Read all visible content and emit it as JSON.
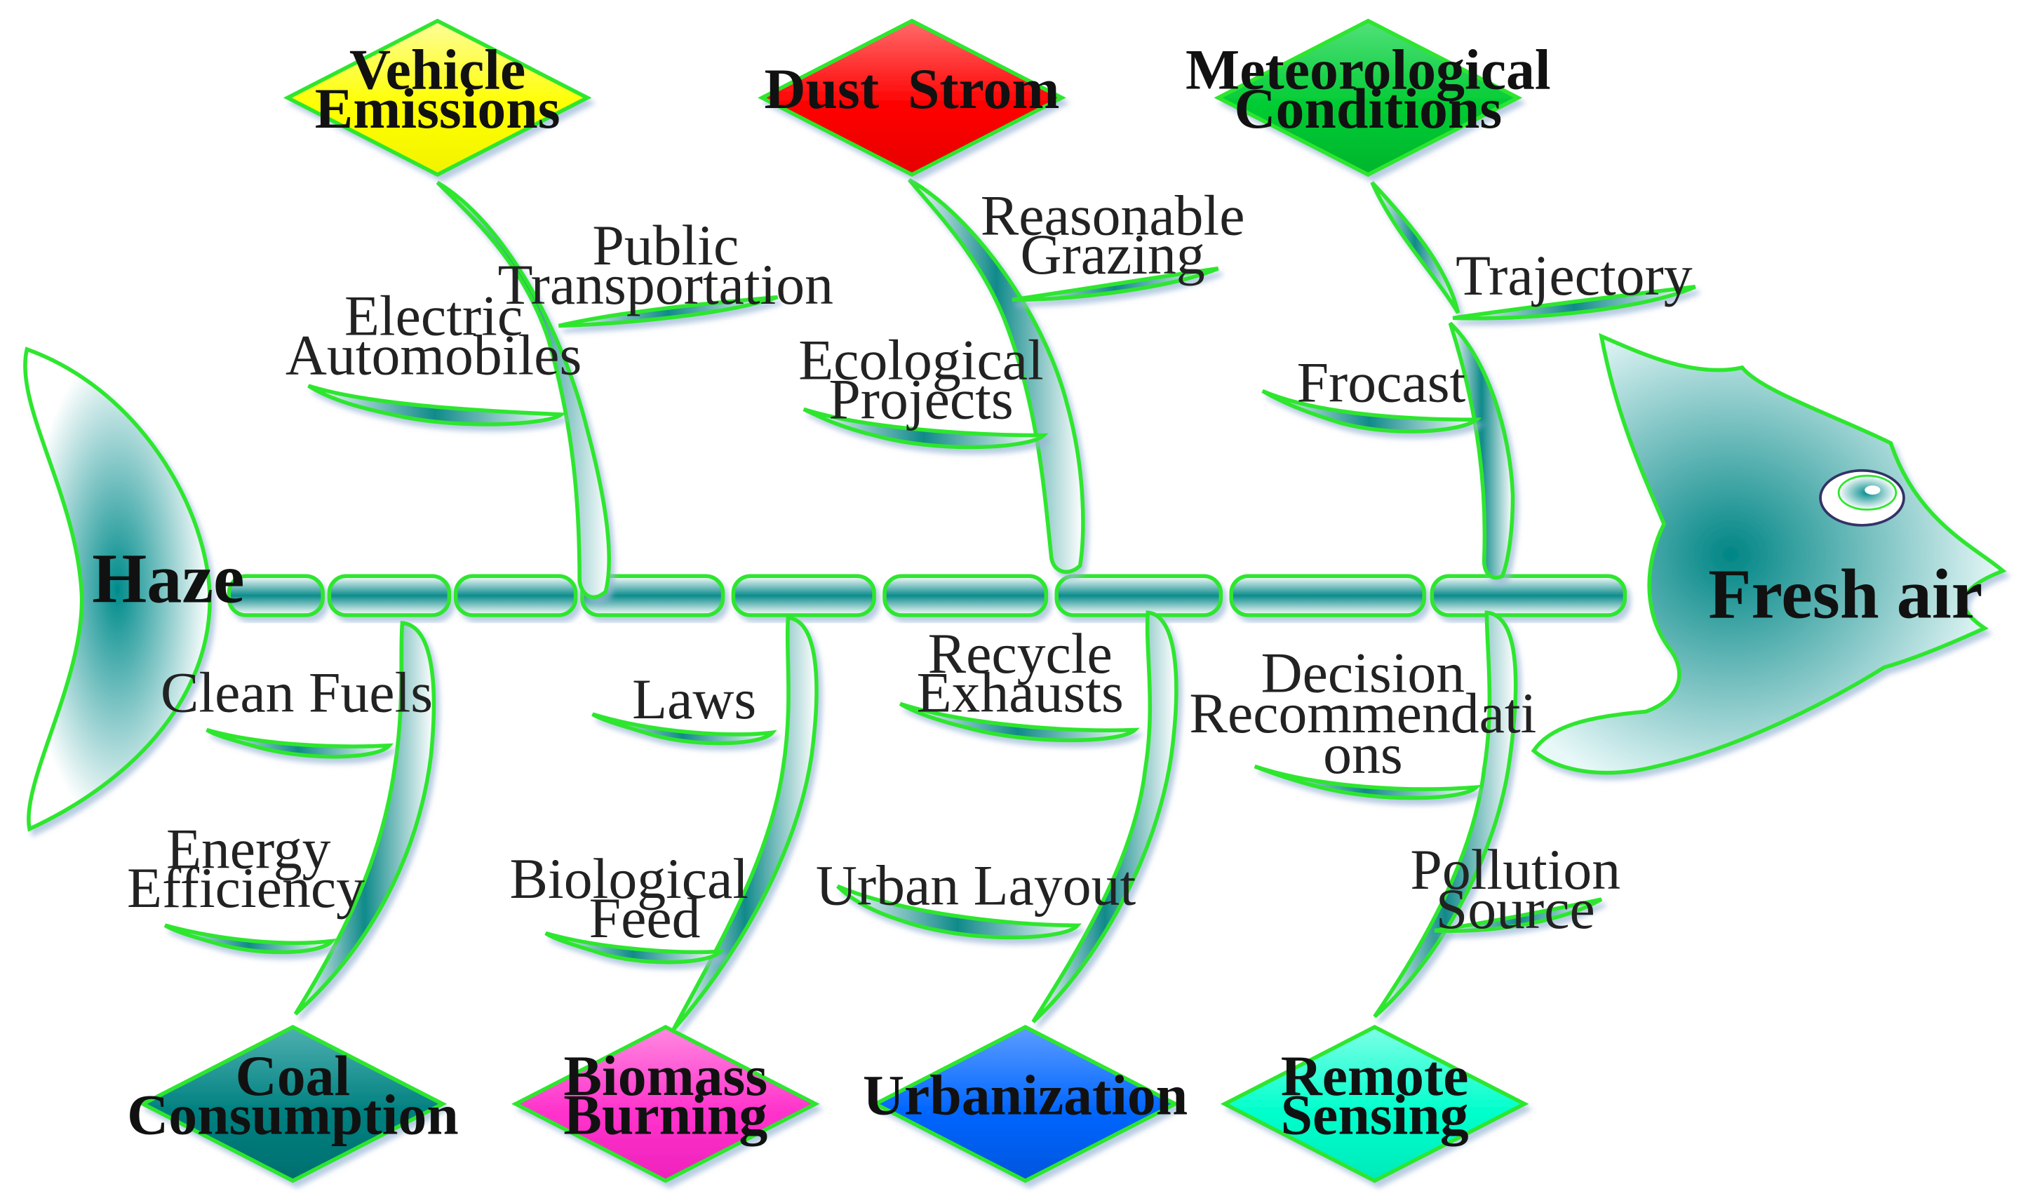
{
  "head": {
    "label": "Fresh air"
  },
  "tail": {
    "label": "Haze"
  },
  "colors": {
    "outline": "#2ee62e",
    "bone": "#008b8b",
    "vehicle_emissions": "#ffff00",
    "dust_strom": "#ff0000",
    "meteorological_conditions": "#00cc33",
    "coal_consumption": "#008080",
    "biomass_burning": "#ff33cc",
    "urbanization": "#0066ff",
    "remote_sensing": "#00ffcc"
  },
  "categories": {
    "vehicle_emissions": {
      "line1": "Vehicle",
      "line2": "Emissions",
      "causes": {
        "public_transportation": {
          "line1": "Public",
          "line2": "Transportation"
        },
        "electric_automobiles": {
          "line1": "Electric",
          "line2": "Automobiles"
        }
      }
    },
    "dust_strom": {
      "line1": "Dust  Strom",
      "causes": {
        "reasonable_grazing": {
          "line1": "Reasonable",
          "line2": "Grazing"
        },
        "ecological_projects": {
          "line1": "Ecological",
          "line2": "Projects"
        }
      }
    },
    "meteorological_conditions": {
      "line1": "Meteorological",
      "line2": "Conditions",
      "causes": {
        "trajectory": {
          "line1": "Trajectory"
        },
        "frocast": {
          "line1": "Frocast"
        }
      }
    },
    "coal_consumption": {
      "line1": "Coal",
      "line2": "Consumption",
      "causes": {
        "clean_fuels": {
          "line1": "Clean Fuels"
        },
        "energy_efficiency": {
          "line1": "Energy",
          "line2": "Efficiency"
        }
      }
    },
    "biomass_burning": {
      "line1": "Biomass",
      "line2": "Burning",
      "causes": {
        "laws": {
          "line1": "Laws"
        },
        "biological_feed": {
          "line1": "Biological",
          "line2": "Feed"
        }
      }
    },
    "urbanization": {
      "line1": "Urbanization",
      "causes": {
        "recycle_exhausts": {
          "line1": "Recycle",
          "line2": "Exhausts"
        },
        "urban_layout": {
          "line1": "Urban Layout"
        }
      }
    },
    "remote_sensing": {
      "line1": "Remote",
      "line2": "Sensing",
      "causes": {
        "decision_recommendations": {
          "line1": "Decision",
          "line2": "Recommendati",
          "line3": "ons"
        },
        "pollution_source": {
          "line1": "Pollution",
          "line2": "Source"
        }
      }
    }
  }
}
